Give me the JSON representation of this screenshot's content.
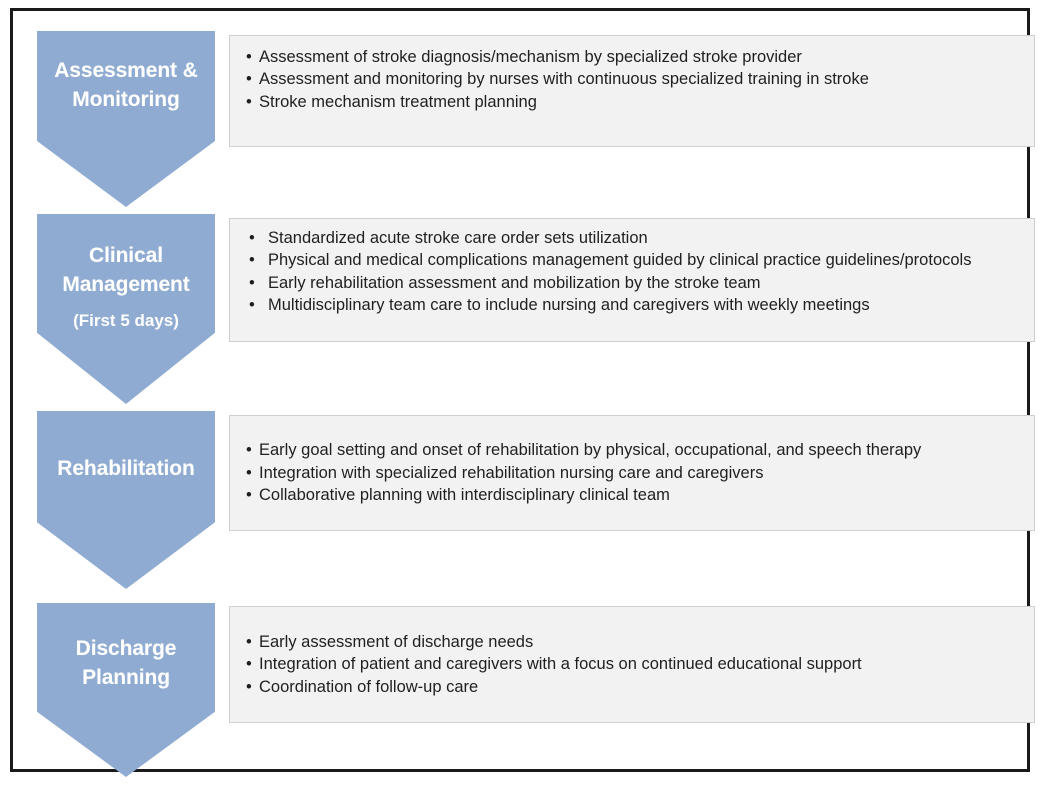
{
  "diagram": {
    "type": "flow-pathway",
    "orientation": "vertical",
    "frame_border_color": "#1a1a1a",
    "chevron_color": "#8fabd1",
    "chevron_text_color": "#ffffff",
    "panel_background_color": "#f2f2f2",
    "panel_border_color": "#cfcfcf",
    "body_text_color": "#1f1f1f",
    "stages": [
      {
        "id": "assessment-monitoring",
        "label": "Assessment & Monitoring",
        "sublabel": "",
        "items": [
          "Assessment of stroke diagnosis/mechanism by specialized stroke provider",
          "Assessment and monitoring by nurses with continuous specialized training in stroke",
          "Stroke mechanism treatment planning"
        ]
      },
      {
        "id": "clinical-management",
        "label": "Clinical Management",
        "sublabel": "(First 5 days)",
        "items": [
          "Standardized acute stroke care order sets utilization",
          "Physical and medical complications management guided by clinical practice guidelines/protocols",
          "Early rehabilitation assessment and mobilization by the stroke team",
          "Multidisciplinary team care to include nursing and caregivers with weekly meetings"
        ]
      },
      {
        "id": "rehabilitation",
        "label": "Rehabilitation",
        "sublabel": "",
        "items": [
          "Early goal setting and onset of rehabilitation by physical, occupational, and speech therapy",
          "Integration with specialized rehabilitation nursing care and caregivers",
          "Collaborative planning with interdisciplinary clinical team"
        ]
      },
      {
        "id": "discharge-planning",
        "label": "Discharge Planning",
        "sublabel": "",
        "items": [
          "Early assessment of discharge needs",
          "Integration of patient and caregivers with a focus on continued educational support",
          "Coordination of follow-up care"
        ]
      }
    ]
  }
}
